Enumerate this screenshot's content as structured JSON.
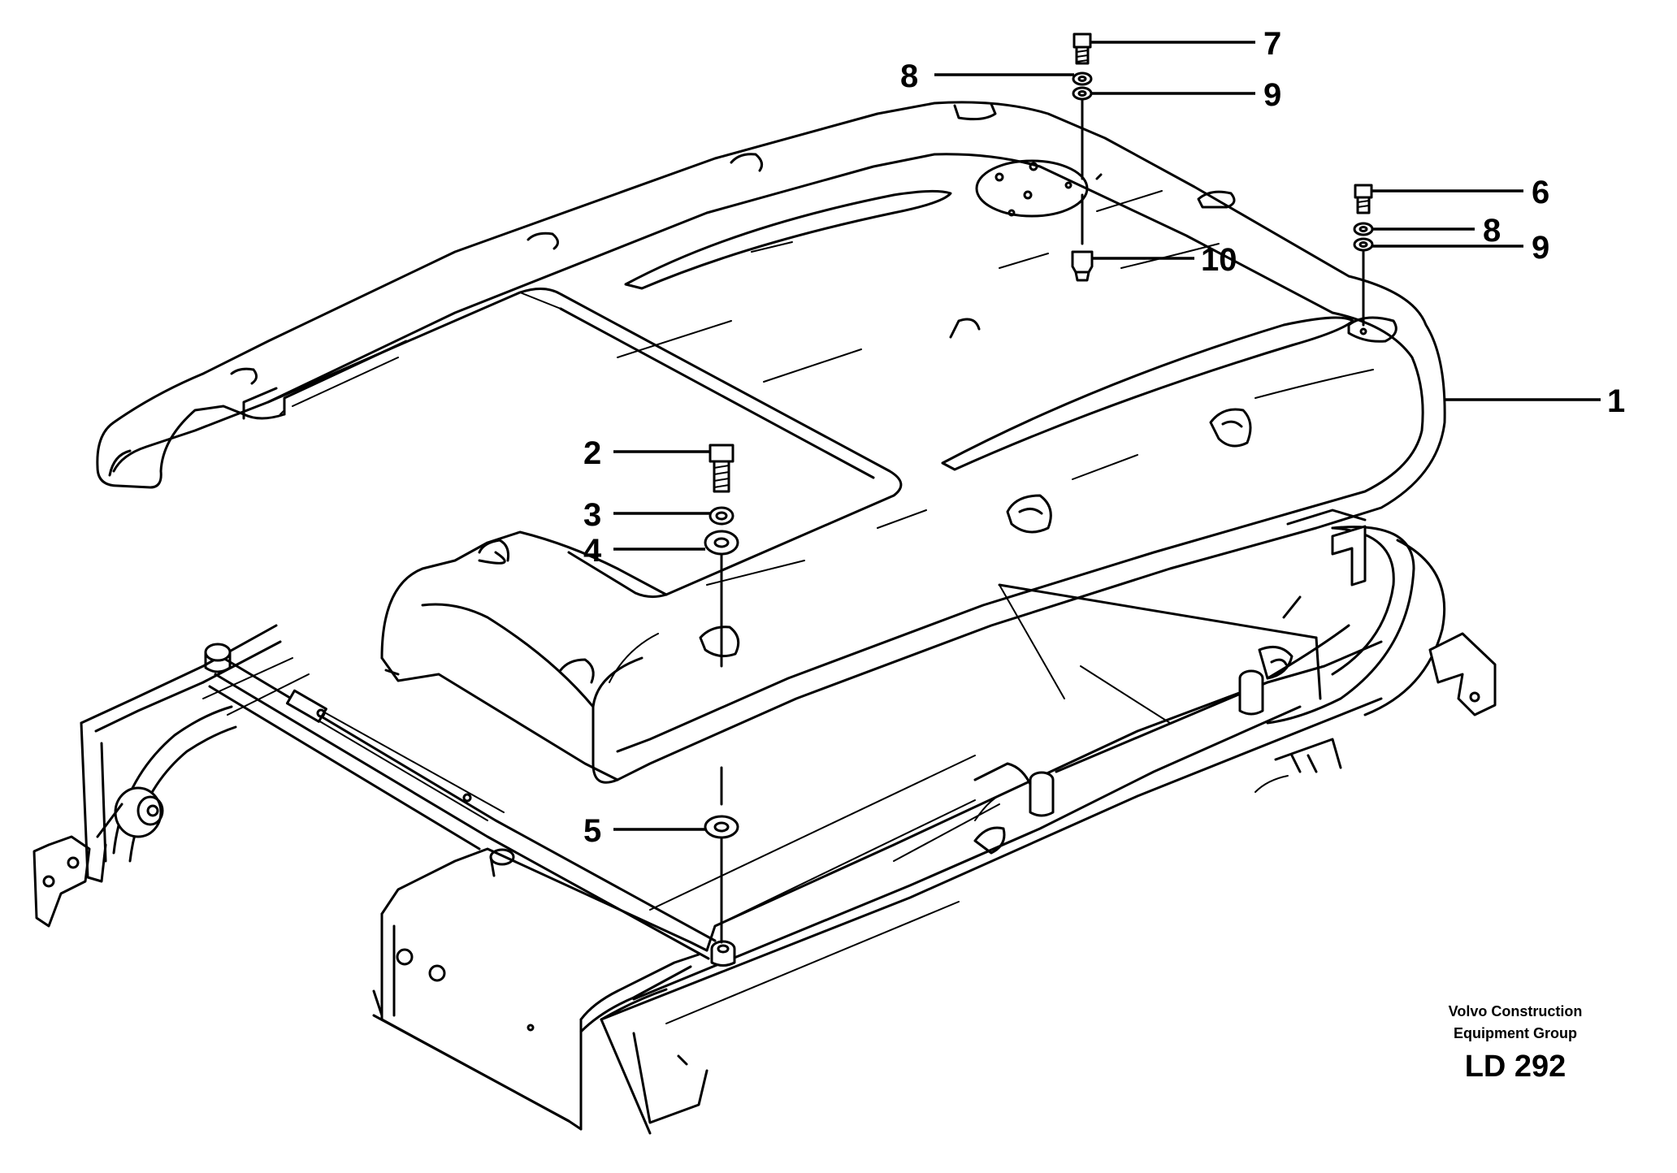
{
  "callouts": [
    {
      "id": "1",
      "label": "1"
    },
    {
      "id": "2",
      "label": "2"
    },
    {
      "id": "3",
      "label": "3"
    },
    {
      "id": "4",
      "label": "4"
    },
    {
      "id": "5",
      "label": "5"
    },
    {
      "id": "6",
      "label": "6"
    },
    {
      "id": "7",
      "label": "7"
    },
    {
      "id": "8a",
      "label": "8"
    },
    {
      "id": "8b",
      "label": "8"
    },
    {
      "id": "9a",
      "label": "9"
    },
    {
      "id": "9b",
      "label": "9"
    },
    {
      "id": "10",
      "label": "10"
    }
  ],
  "credit": {
    "line1": "Volvo Construction",
    "line2": "Equipment Group",
    "code": "LD 292"
  }
}
